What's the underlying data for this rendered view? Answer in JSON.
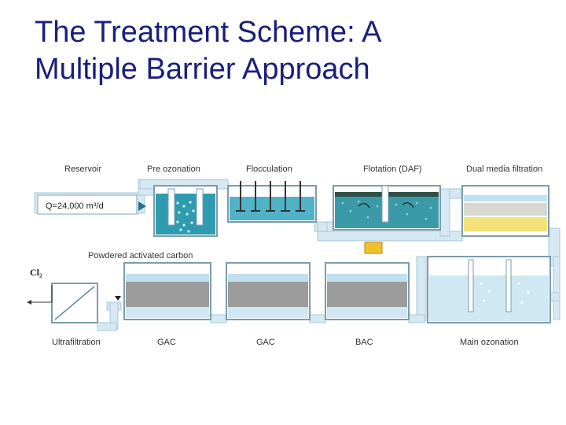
{
  "slide": {
    "title_line1": "The Treatment Scheme: A",
    "title_line2": "Multiple Barrier Approach"
  },
  "diagram": {
    "top_labels": [
      "Reservoir",
      "Pre ozonation",
      "Flocculation",
      "Flotation (DAF)",
      "Dual media filtration"
    ],
    "flow_rate": "Q=24,000 m³/d",
    "pac_label": "Powdered  activated  carbon",
    "chlorine": "Cl₂",
    "bottom_labels": [
      "Ultrafiltration",
      "GAC",
      "GAC",
      "BAC",
      "Main ozonation"
    ],
    "colors": {
      "pipe": "#cfe3ef",
      "pipe_stroke": "#9bbfd3",
      "water_light": "#bfe0f0",
      "water_teal": "#2f9bb0",
      "carbon_grey": "#9c9c9c",
      "sand_yellow": "#f3e27a",
      "title_blue": "#1a1f7a"
    }
  }
}
